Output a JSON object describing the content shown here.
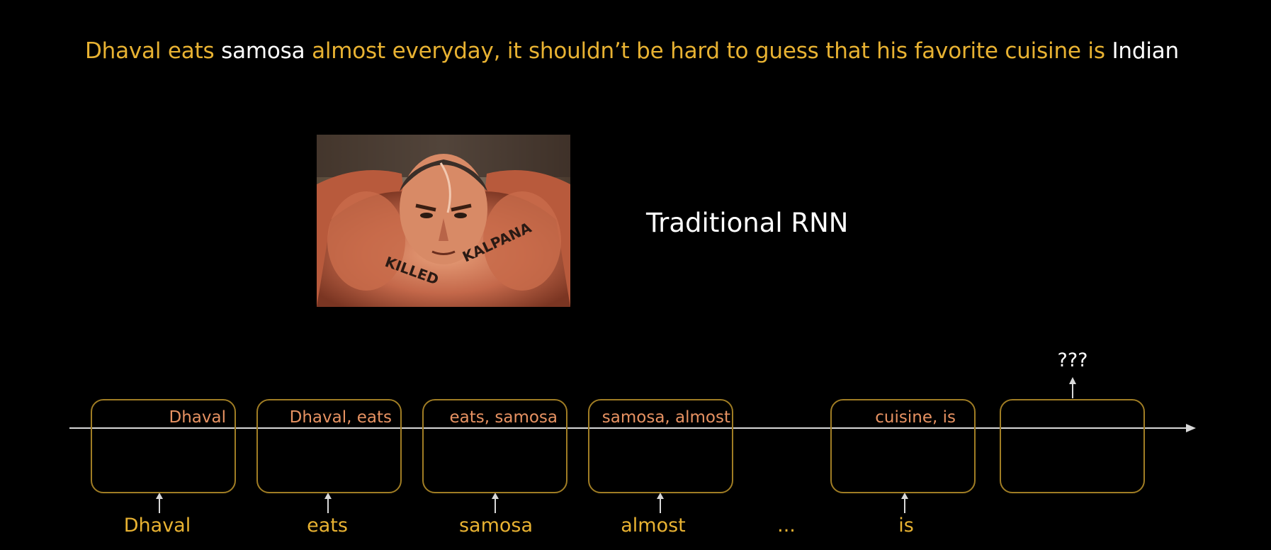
{
  "headline": {
    "part1": "Dhaval eats ",
    "part2": "samosa",
    "part3": " almost everyday, it shouldn’t be hard to guess that his favorite cuisine is ",
    "part4": "Indian"
  },
  "title": "Traditional RNN",
  "photo": {
    "tattoo_left": "KILLED",
    "tattoo_right": "KALPANA"
  },
  "cells": [
    {
      "label": "Dhaval",
      "input": "Dhaval"
    },
    {
      "label": "Dhaval, eats",
      "input": "eats"
    },
    {
      "label": "eats, samosa",
      "input": "samosa"
    },
    {
      "label": "samosa, almost",
      "input": "almost"
    },
    {
      "label": "cuisine, is",
      "input": "is"
    },
    {
      "label": "",
      "input": ""
    }
  ],
  "ellipsis": "...",
  "output": "???",
  "colors": {
    "background": "#000000",
    "gold": "#e8b232",
    "box_border": "#a07d24",
    "cell_label": "#e79262",
    "white": "#ffffff"
  }
}
